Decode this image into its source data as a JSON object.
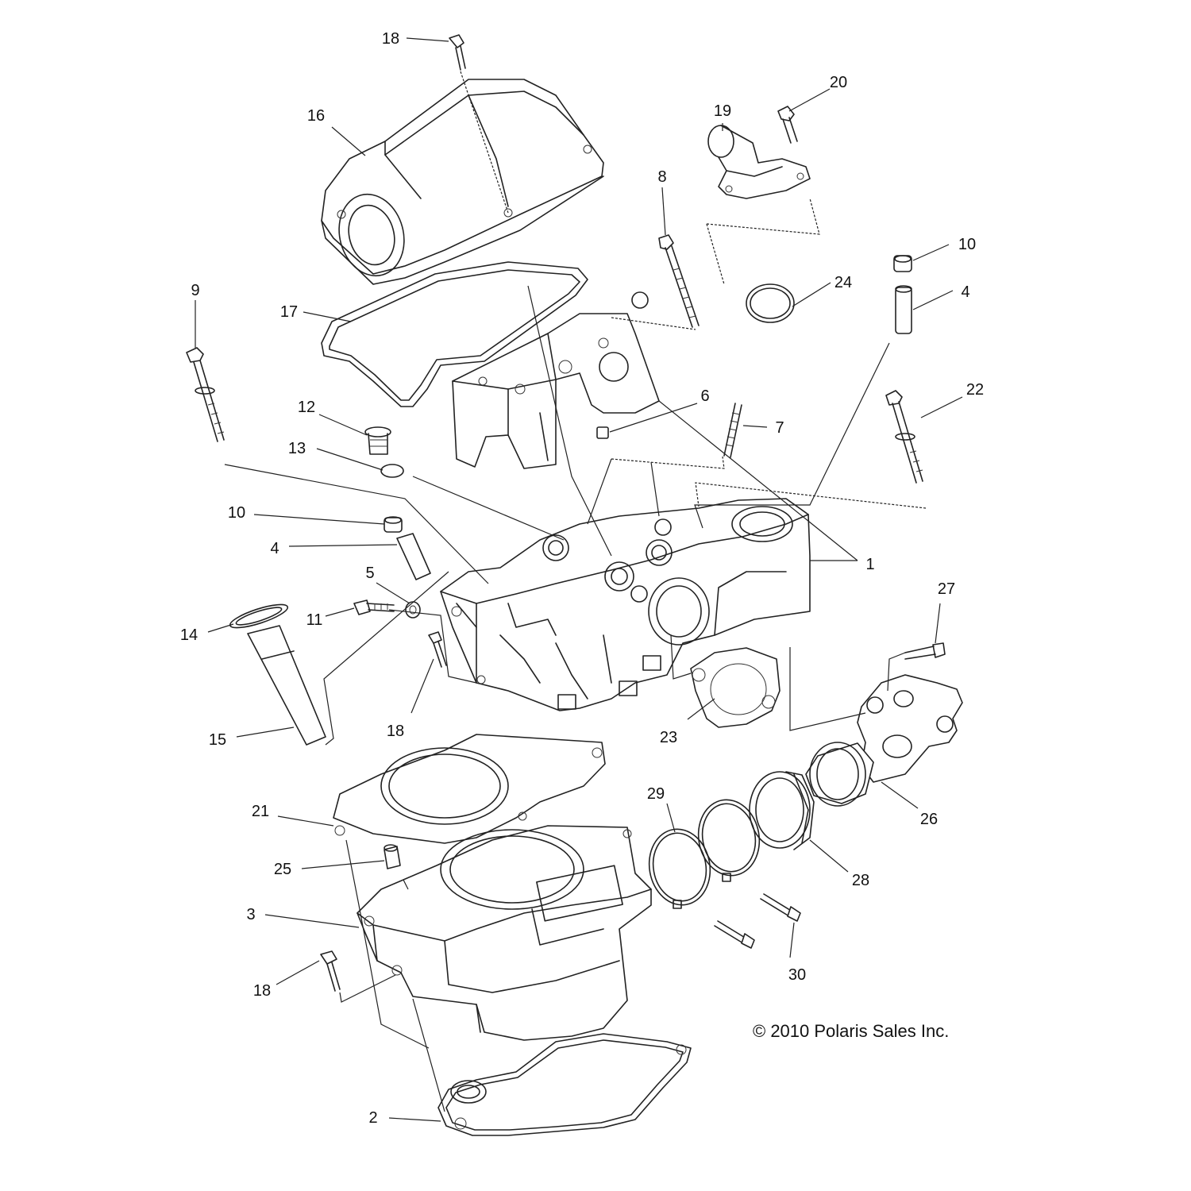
{
  "diagram": {
    "copyright": "© 2010 Polaris Sales Inc.",
    "callouts": [
      {
        "id": "c1",
        "text": "18"
      },
      {
        "id": "c2",
        "text": "20"
      },
      {
        "id": "c3",
        "text": "19"
      },
      {
        "id": "c4",
        "text": "16"
      },
      {
        "id": "c5",
        "text": "8"
      },
      {
        "id": "c6",
        "text": "10"
      },
      {
        "id": "c7",
        "text": "24"
      },
      {
        "id": "c8",
        "text": "4"
      },
      {
        "id": "c9",
        "text": "9"
      },
      {
        "id": "c10",
        "text": "17"
      },
      {
        "id": "c11",
        "text": "22"
      },
      {
        "id": "c12",
        "text": "6"
      },
      {
        "id": "c13",
        "text": "12"
      },
      {
        "id": "c14",
        "text": "7"
      },
      {
        "id": "c15",
        "text": "13"
      },
      {
        "id": "c16",
        "text": "10"
      },
      {
        "id": "c17",
        "text": "1"
      },
      {
        "id": "c18",
        "text": "4"
      },
      {
        "id": "c19",
        "text": "5"
      },
      {
        "id": "c20",
        "text": "27"
      },
      {
        "id": "c21",
        "text": "11"
      },
      {
        "id": "c22",
        "text": "14"
      },
      {
        "id": "c23",
        "text": "18"
      },
      {
        "id": "c24",
        "text": "23"
      },
      {
        "id": "c25",
        "text": "15"
      },
      {
        "id": "c26",
        "text": "29"
      },
      {
        "id": "c27",
        "text": "26"
      },
      {
        "id": "c28",
        "text": "21"
      },
      {
        "id": "c29",
        "text": "25"
      },
      {
        "id": "c30",
        "text": "28"
      },
      {
        "id": "c31",
        "text": "3"
      },
      {
        "id": "c32",
        "text": "30"
      },
      {
        "id": "c33",
        "text": "18"
      },
      {
        "id": "c34",
        "text": "2"
      }
    ]
  }
}
